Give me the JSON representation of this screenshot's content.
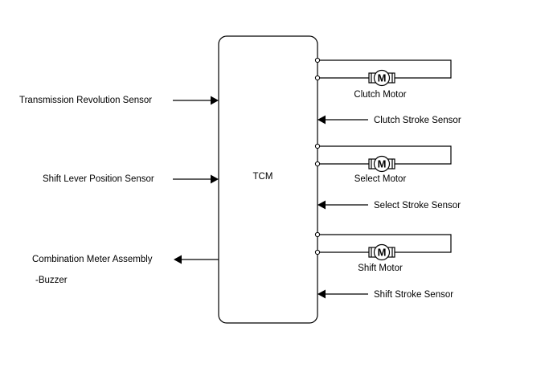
{
  "tcm": {
    "label": "TCM"
  },
  "inputs_left": [
    {
      "label": "Transmission Revolution Sensor"
    },
    {
      "label": "Shift Lever Position Sensor"
    }
  ],
  "output_left": {
    "label_line1": "Combination Meter Assembly",
    "label_line2": "-Buzzer"
  },
  "motors": [
    {
      "label": "Clutch Motor",
      "symbol": "M"
    },
    {
      "label": "Select Motor",
      "symbol": "M"
    },
    {
      "label": "Shift Motor",
      "symbol": "M"
    }
  ],
  "stroke_sensors": [
    {
      "label": "Clutch Stroke Sensor"
    },
    {
      "label": "Select Stroke Sensor"
    },
    {
      "label": "Shift Stroke Sensor"
    }
  ]
}
